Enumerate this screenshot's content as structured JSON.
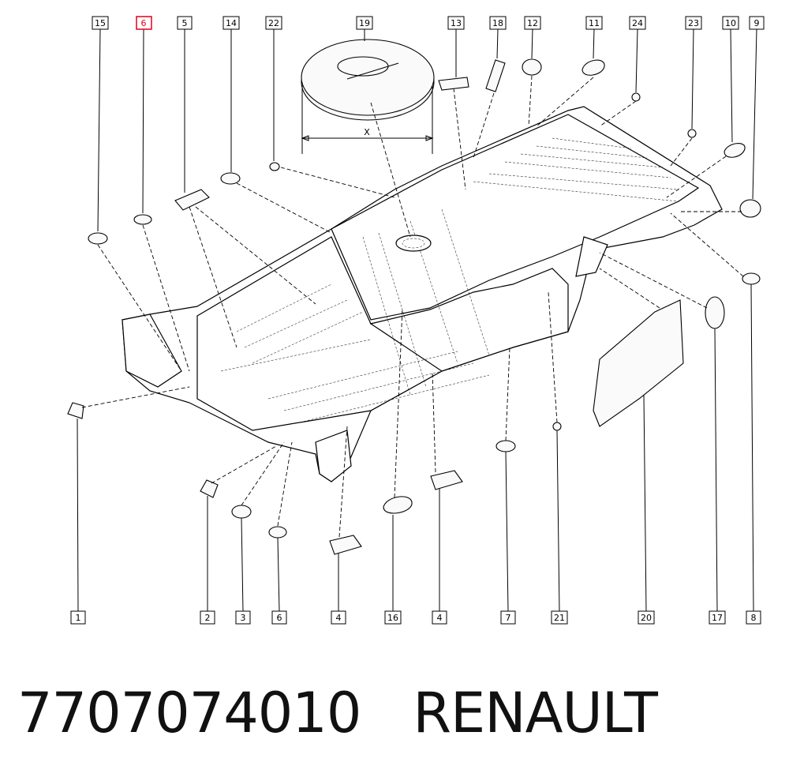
{
  "diagram": {
    "callouts_top": [
      "15",
      "6",
      "5",
      "14",
      "22",
      "19",
      "13",
      "18",
      "12",
      "11",
      "24",
      "23",
      "10",
      "9"
    ],
    "callouts_bottom": [
      "1",
      "2",
      "3",
      "6",
      "4",
      "16",
      "4",
      "7",
      "21",
      "20",
      "17",
      "8"
    ],
    "highlighted": "6",
    "dimension_label": "X",
    "highlight_color": "#e0001a"
  },
  "footer": {
    "part_number": "7707074010",
    "brand": "RENAULT"
  }
}
